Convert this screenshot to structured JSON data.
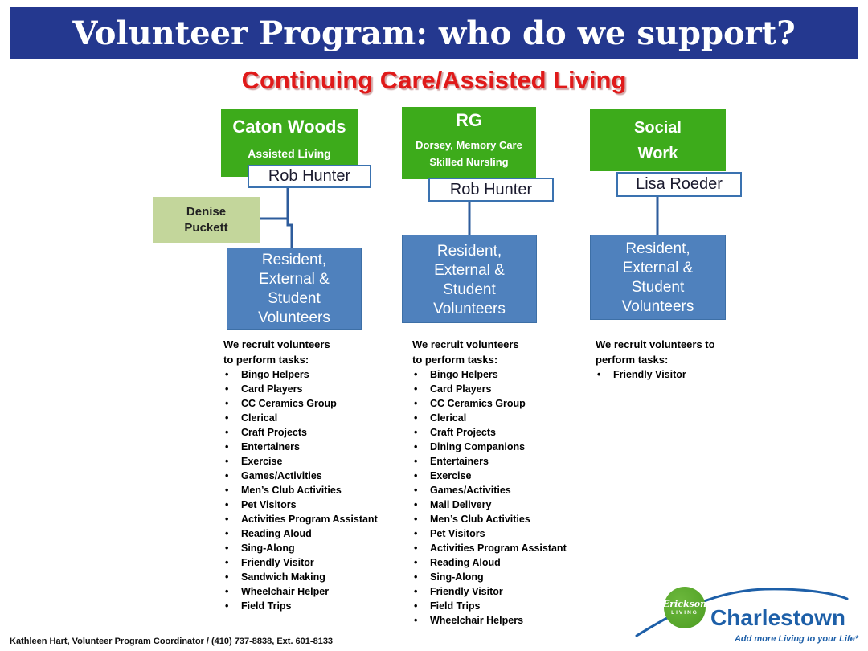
{
  "slide": {
    "title": "Volunteer Program: who do we support?",
    "subtitle": "Continuing Care/Assisted Living",
    "footer": "Kathleen Hart, Volunteer Program Coordinator / (410) 737-8838, Ext. 601-8133"
  },
  "colors": {
    "banner_blue": "#24388f",
    "subtitle_red": "#e01a1a",
    "dept_green": "#3dab1b",
    "assistant_green": "#c3d69b",
    "volunteer_blue": "#4f81bd",
    "connector_blue": "#2e5c9c",
    "logo_blue": "#1d5fa8"
  },
  "columns": [
    {
      "title": "Caton Woods",
      "subtitle": "Assisted Living",
      "manager": "Rob Hunter",
      "assistant_lines": [
        "Denise",
        "Puckett"
      ],
      "volunteer_lines": [
        "Resident,",
        "External &",
        "Student",
        "Volunteers"
      ],
      "intro_lines": [
        "We recruit volunteers",
        "to perform tasks:"
      ],
      "tasks": [
        "Bingo Helpers",
        "Card Players",
        "CC Ceramics Group",
        "Clerical",
        "Craft Projects",
        "Entertainers",
        "Exercise",
        "Games/Activities",
        "Men’s Club Activities",
        "Pet Visitors",
        "Activities Program Assistant",
        "Reading Aloud",
        "Sing-Along",
        "Friendly Visitor",
        "Sandwich Making",
        "Wheelchair Helper",
        "Field Trips"
      ]
    },
    {
      "title": "RG",
      "subtitle_lines": [
        "Dorsey, Memory Care",
        "Skilled Nursling"
      ],
      "manager": "Rob Hunter",
      "volunteer_lines": [
        "Resident,",
        "External &",
        "Student",
        "Volunteers"
      ],
      "intro_lines": [
        "We recruit volunteers",
        "to perform tasks:"
      ],
      "tasks": [
        "Bingo Helpers",
        "Card Players",
        "CC Ceramics Group",
        "Clerical",
        "Craft Projects",
        "Dining Companions",
        "Entertainers",
        "Exercise",
        "Games/Activities",
        "Mail Delivery",
        "Men’s Club Activities",
        "Pet Visitors",
        "Activities Program Assistant",
        "Reading Aloud",
        "Sing-Along",
        "Friendly Visitor",
        "Field Trips",
        "Wheelchair Helpers"
      ]
    },
    {
      "title_lines": [
        "Social",
        "Work"
      ],
      "manager": "Lisa Roeder",
      "volunteer_lines": [
        "Resident,",
        "External &",
        "Student",
        "Volunteers"
      ],
      "intro_lines": [
        "We recruit volunteers to",
        "perform tasks:"
      ],
      "tasks": [
        "Friendly Visitor"
      ]
    }
  ],
  "logo": {
    "erickson": "Erickson",
    "living": "LIVING",
    "brand": "Charlestown",
    "tagline": "Add more Living to your Life*"
  }
}
